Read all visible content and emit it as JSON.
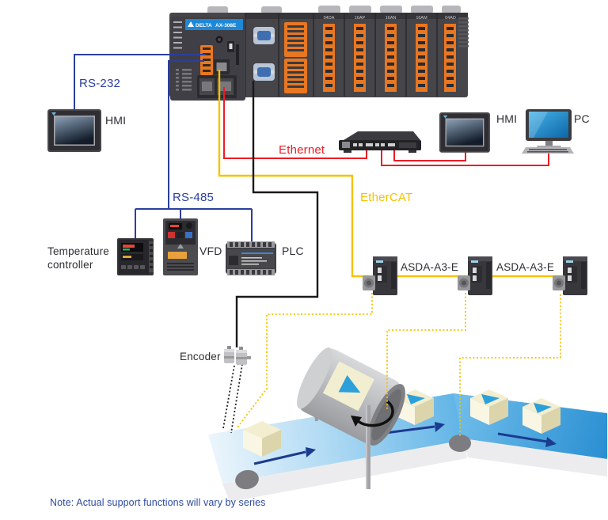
{
  "labels": {
    "rs232": "RS-232",
    "hmi_left": "HMI",
    "ethernet": "Ethernet",
    "hmi_right": "HMI",
    "pc": "PC",
    "rs485": "RS-485",
    "temperature_controller": "Temperature controller",
    "vfd": "VFD",
    "plc": "PLC",
    "ethercat": "EtherCAT",
    "asda_1": "ASDA-A3-E",
    "asda_2": "ASDA-A3-E",
    "encoder": "Encoder",
    "note": "Note: Actual support functions will vary by series"
  },
  "controller": {
    "brand": "DELTA",
    "model": "AX-308E",
    "io_modules": [
      "04DA",
      "16AP",
      "16AN",
      "16AM",
      "04AD"
    ]
  },
  "colors": {
    "rs_blue": "#2b3f9e",
    "ethernet_red": "#ee1c25",
    "ethercat_yellow": "#f7c100",
    "encoder_black": "#1a1a1a",
    "note_blue": "#2d4a9f",
    "belt_blue": "#4aa9e2",
    "box_cream": "#f3eed0",
    "arrow_navy": "#1b3b8f",
    "triangle_blue": "#2ba0da"
  }
}
